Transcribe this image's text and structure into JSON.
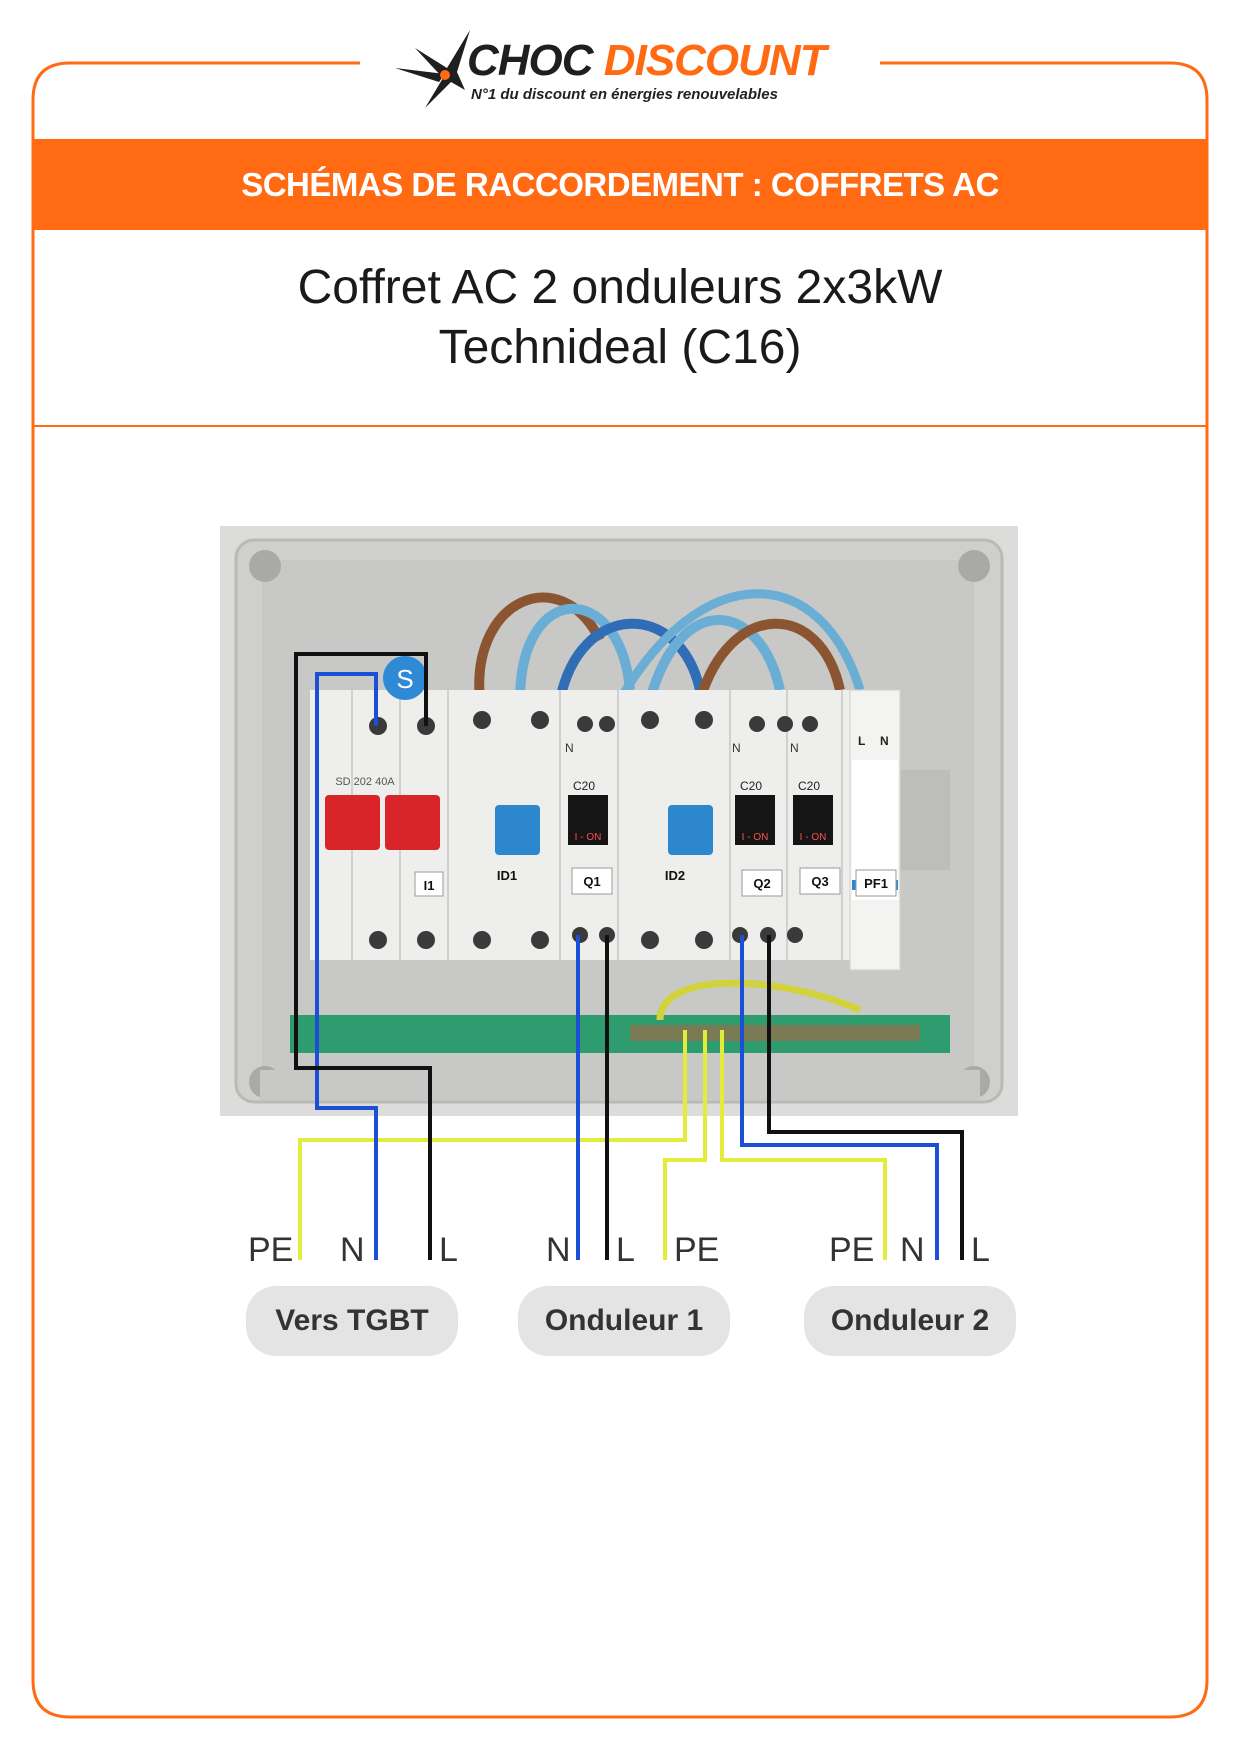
{
  "brand": {
    "name_part1": "CHOC",
    "name_part2": "DISCOUNT",
    "tagline": "N°1 du discount en énergies renouvelables",
    "accent_color": "#ff6a13"
  },
  "banner": {
    "text": "SCHÉMAS DE RACCORDEMENT : COFFRETS AC"
  },
  "title": {
    "line1": "Coffret AC 2 onduleurs 2x3kW",
    "line2": "Technideal (C16)"
  },
  "photo": {
    "labels": {
      "s": "S",
      "main_breaker": "SD 202 40A",
      "i1": "I1",
      "id1": "ID1",
      "q1": "Q1",
      "id2": "ID2",
      "q2": "Q2",
      "q3": "Q3",
      "pf1": "PF1",
      "spd_l": "L",
      "spd_n": "N",
      "n": "N",
      "c20": "C20",
      "on": "I - ON"
    }
  },
  "wire_labels": {
    "tgbt": {
      "pe": "PE",
      "n": "N",
      "l": "L"
    },
    "ond1": {
      "n": "N",
      "l": "L",
      "pe": "PE"
    },
    "ond2": {
      "pe": "PE",
      "n": "N",
      "l": "L"
    }
  },
  "buttons": {
    "tgbt": "Vers TGBT",
    "onduleur1": "Onduleur 1",
    "onduleur2": "Onduleur 2"
  },
  "colors": {
    "earth_wire": "#e3ec3a",
    "neutral_wire": "#1c4fd6",
    "line_wire": "#111111"
  }
}
